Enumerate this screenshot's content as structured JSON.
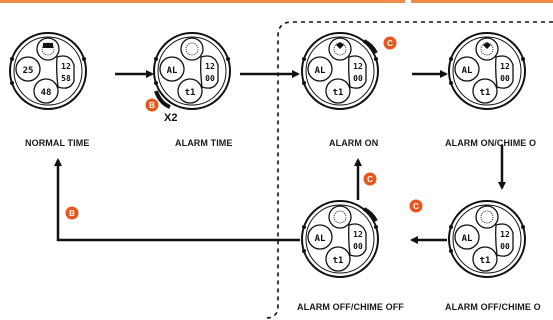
{
  "labels": {
    "normal_time": "NORMAL TIME",
    "alarm_time": "ALARM TIME",
    "alarm_on": "ALARM ON",
    "alarm_on_chime": "ALARM ON/CHIME O",
    "alarm_off_chime_off": "ALARM OFF/CHIME OFF",
    "alarm_off_chime": "ALARM OFF/CHIME O"
  },
  "press_multiplier": "X2",
  "buttons": {
    "b": "B",
    "c": "C"
  },
  "watch_displays": {
    "normal": {
      "left": "25",
      "right_top": "12",
      "right_bottom": "58",
      "bottom": "48"
    },
    "alarm": {
      "left": "AL",
      "right_top": "12",
      "right_bottom": "00",
      "bottom": "t1"
    }
  },
  "colors": {
    "accent": "#e8561e",
    "line": "#111111",
    "top_bar": "#f08a4b"
  }
}
